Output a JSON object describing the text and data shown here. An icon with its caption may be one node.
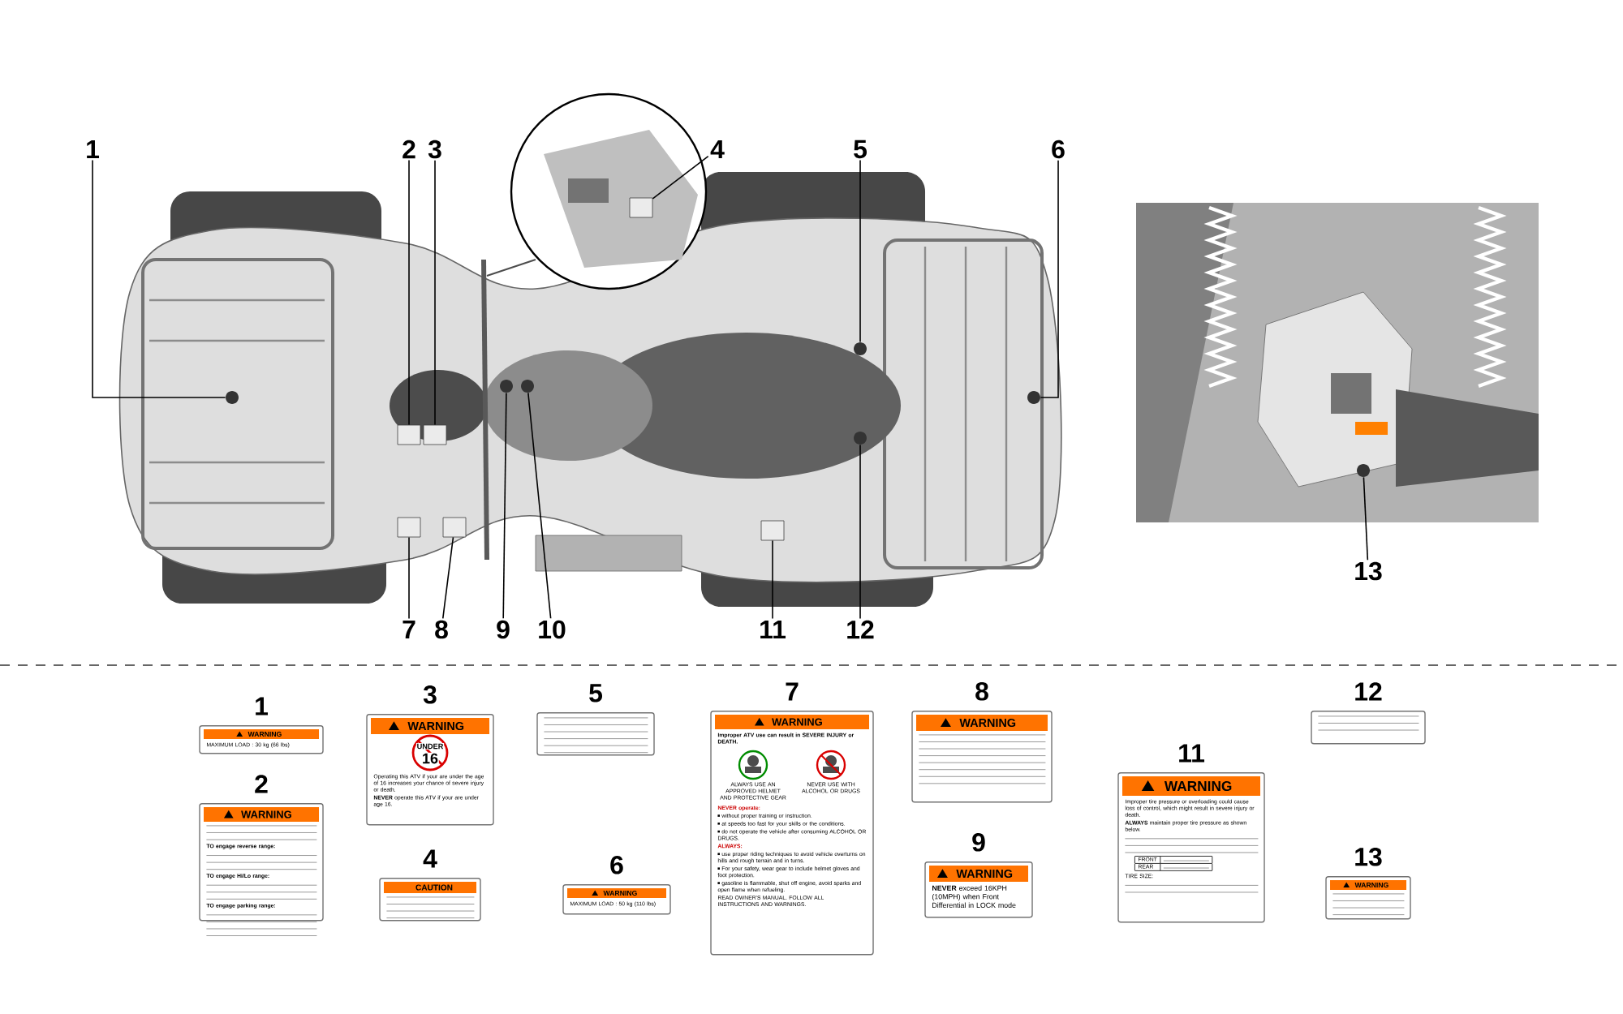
{
  "diagram": {
    "nodes": [
      {
        "text": [
          "1"
        ]
      },
      {
        "text": [
          "2"
        ]
      },
      {
        "text": [
          "3"
        ]
      },
      {
        "text": [
          "4"
        ]
      },
      {
        "text": [
          "5"
        ]
      },
      {
        "text": [
          "6"
        ]
      },
      {
        "text": [
          "7"
        ]
      },
      {
        "text": [
          "8"
        ]
      },
      {
        "text": [
          "9"
        ]
      },
      {
        "text": [
          "10"
        ]
      },
      {
        "text": [
          "11"
        ]
      },
      {
        "text": [
          "12"
        ]
      },
      {
        "text": [
          "13"
        ]
      },
      {
        "text": [],
        "shape": "circle"
      },
      {
        "text": [],
        "shape": "box"
      },
      {
        "text": [],
        "shape": "box"
      },
      {
        "text": [],
        "shape": "box"
      },
      {
        "text": [],
        "shape": "circle"
      },
      {
        "text": [],
        "shape": "circle"
      },
      {
        "text": [],
        "shape": "box"
      },
      {
        "text": [],
        "shape": "box"
      },
      {
        "text": [],
        "shape": "circle"
      },
      {
        "text": [],
        "shape": "circle"
      },
      {
        "text": [],
        "shape": "box"
      },
      {
        "text": [],
        "shape": "circle"
      },
      {
        "text": [],
        "shape": "circle"
      },
      {
        "text": [
          "WARNING",
          "MAXIMUM LOAD : 30 kg (66 lbs)"
        ],
        "beside": [
          "1"
        ]
      },
      {
        "text": [
          "WARNING",
          "TO engage reverse range:",
          "TO engage Hi/Lo range:",
          "TO engage parking range:"
        ],
        "beside": [
          "2"
        ]
      },
      {
        "text": [
          "WARNING",
          "UNDER",
          "16",
          "Operating this ATV if your are under the age of 16 increases your chance of severe injury or death.",
          "**NEVER** operate this ATV if your are under age 16."
        ],
        "beside": [
          "3"
        ]
      },
      {
        "text": [
          "CAUTION"
        ],
        "beside": [
          "4"
        ]
      },
      {
        "text": [],
        "shape": "box",
        "beside": [
          "5"
        ]
      },
      {
        "text": [
          "WARNING",
          "MAXIMUM LOAD : 50 kg (110 lbs)"
        ],
        "beside": [
          "6"
        ]
      },
      {
        "text": [
          "WARNING",
          "Improper ATV use can result in SEVERE INJURY or DEATH.",
          "ALWAYS USE AN APPROVED HELMET AND PROTECTIVE GEAR",
          "NEVER USE WITH ALCOHOL OR DRUGS",
          "NEVER operate:",
          "without proper training or instruction.",
          "at speeds too fast for your skills or the conditions.",
          "do not operate the vehicle after consuming ALCOHOL OR DRUGS.",
          "ALWAYS:",
          "use proper riding techniques to avoid vehicle overturns on hills and rough terrain and in turns.",
          "For your safety, wear gear to include helmet gloves and foot protection.",
          "gasoline is flammable, shut off engine, avoid sparks and open flame when refueling.",
          "READ OWNER'S MANUAL. FOLLOW ALL INSTRUCTIONS AND WARNINGS."
        ],
        "beside": [
          "7"
        ]
      },
      {
        "text": [
          "WARNING"
        ],
        "beside": [
          "8"
        ]
      },
      {
        "text": [
          "WARNING",
          "**NEVER** exceed 16KPH (10MPH) when Front Differential in LOCK mode"
        ],
        "beside": [
          "9"
        ]
      },
      {
        "text": [
          "WARNING",
          "Improper tire pressure or overloading could cause loss of control, which might result in severe injury or death.",
          "**ALWAYS** maintain proper tire pressure as shown below.",
          "FRONT",
          "REAR",
          "TIRE SIZE:"
        ],
        "beside": [
          "11"
        ]
      },
      {
        "text": [],
        "shape": "box",
        "beside": [
          "12"
        ]
      },
      {
        "text": [
          "WARNING"
        ],
        "beside": [
          "13"
        ]
      }
    ],
    "edges": [
      {
        "from": 0,
        "to": 13,
        "arrow": "none"
      },
      {
        "from": 1,
        "to": 14,
        "arrow": "none"
      },
      {
        "from": 2,
        "to": 15,
        "arrow": "none"
      },
      {
        "from": 3,
        "to": 16,
        "arrow": "none"
      },
      {
        "from": 4,
        "to": 17,
        "arrow": "none"
      },
      {
        "from": 5,
        "to": 18,
        "arrow": "none"
      },
      {
        "from": 6,
        "to": 19,
        "arrow": "none"
      },
      {
        "from": 7,
        "to": 20,
        "arrow": "none"
      },
      {
        "from": 8,
        "to": 21,
        "arrow": "none"
      },
      {
        "from": 9,
        "to": 22,
        "arrow": "none"
      },
      {
        "from": 10,
        "to": 23,
        "arrow": "none"
      },
      {
        "from": 11,
        "to": 24,
        "arrow": "none"
      },
      {
        "from": 12,
        "to": 25,
        "arrow": "none"
      }
    ]
  }
}
